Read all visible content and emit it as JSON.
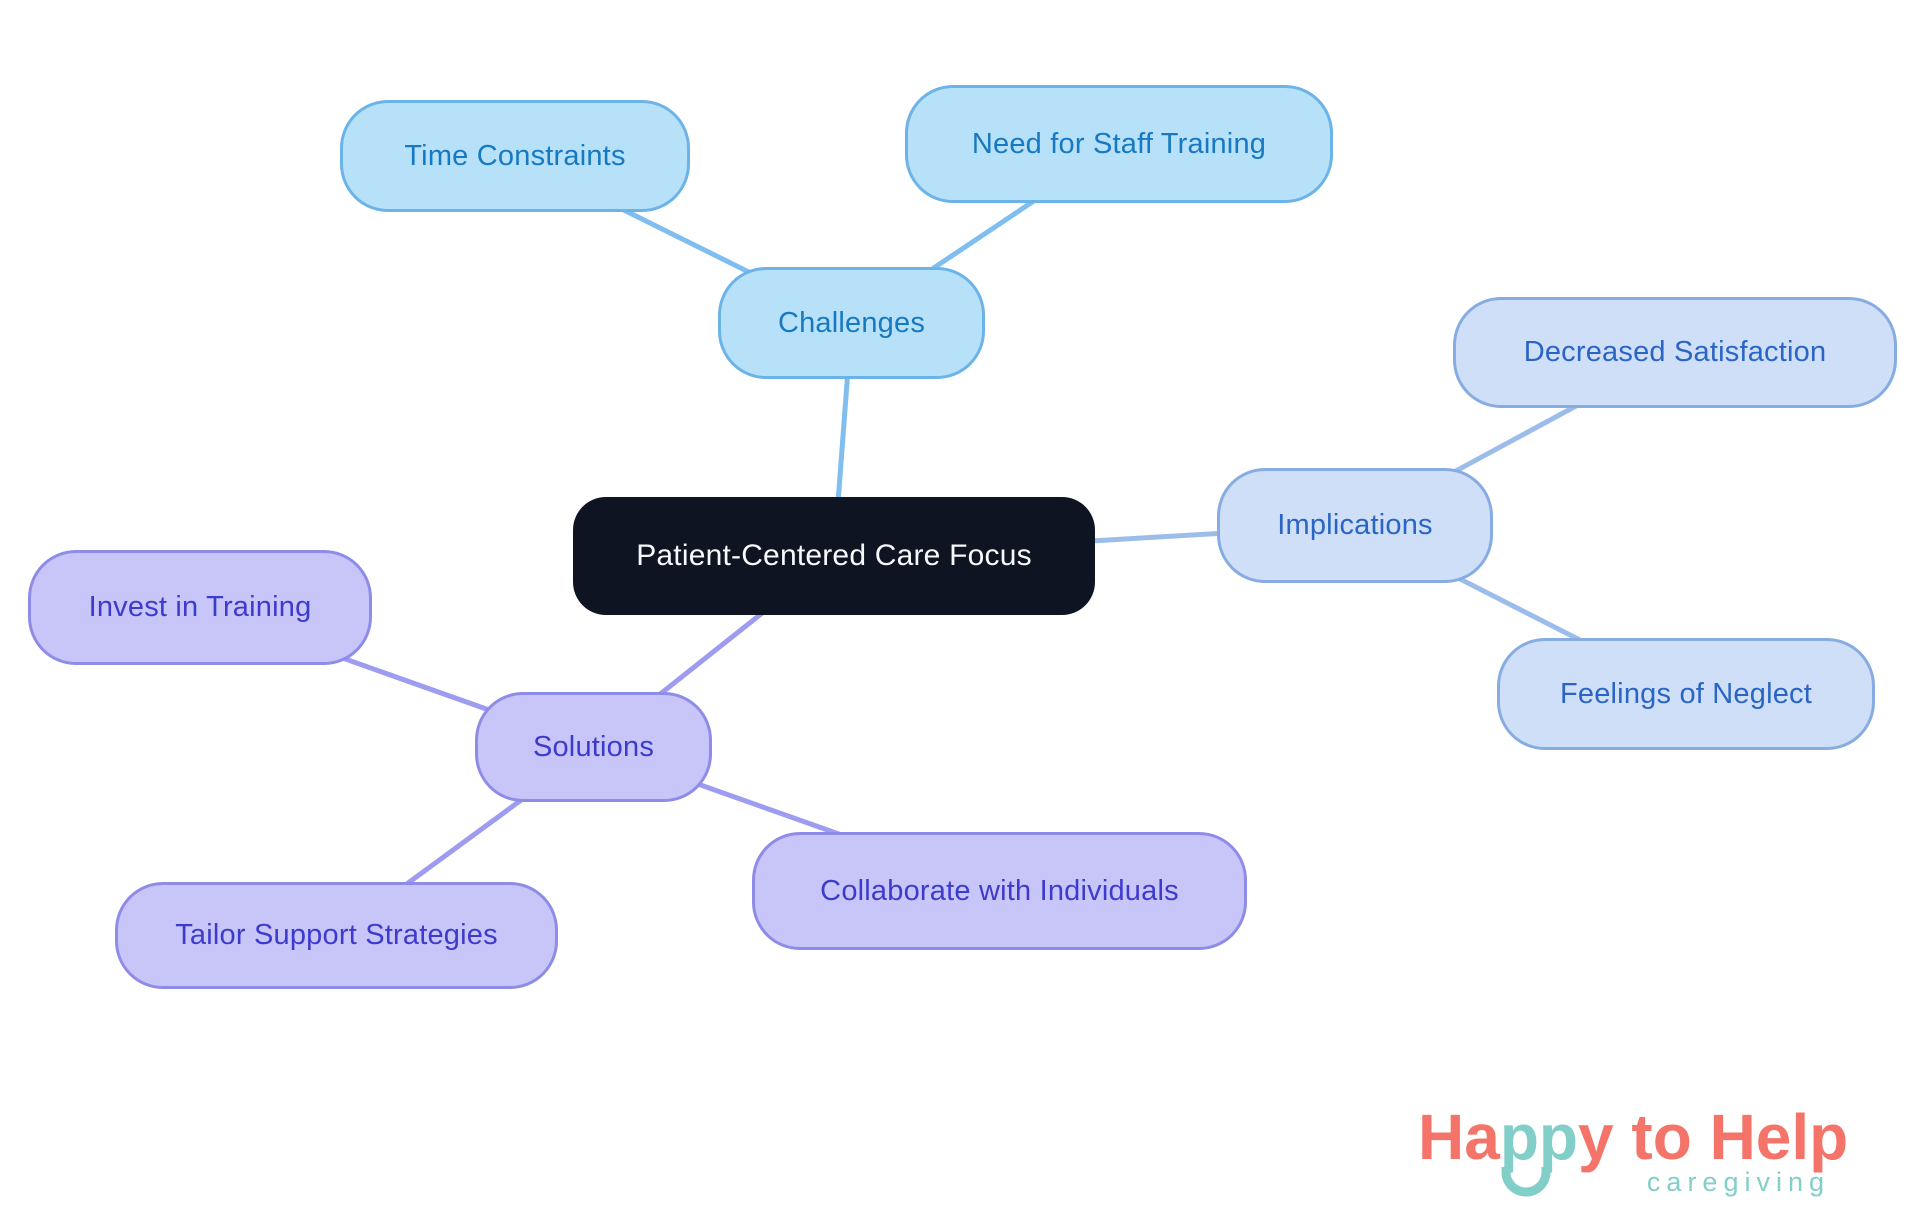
{
  "diagram": {
    "title_node": "Patient-Centered Care Focus",
    "nodes": {
      "central": {
        "label": "Patient-Centered Care Focus"
      },
      "challenges": {
        "label": "Challenges"
      },
      "time_constraints": {
        "label": "Time Constraints"
      },
      "need_staff_training": {
        "label": "Need for Staff Training"
      },
      "implications": {
        "label": "Implications"
      },
      "decreased_satisfaction": {
        "label": "Decreased Satisfaction"
      },
      "feelings_neglect": {
        "label": "Feelings of Neglect"
      },
      "solutions": {
        "label": "Solutions"
      },
      "invest_training": {
        "label": "Invest in Training"
      },
      "tailor_support": {
        "label": "Tailor Support Strategies"
      },
      "collaborate": {
        "label": "Collaborate with Individuals"
      }
    },
    "edges": [
      {
        "from": "central",
        "to": "challenges",
        "branch": "sky"
      },
      {
        "from": "challenges",
        "to": "time_constraints",
        "branch": "sky"
      },
      {
        "from": "challenges",
        "to": "need_staff_training",
        "branch": "sky"
      },
      {
        "from": "central",
        "to": "implications",
        "branch": "peri"
      },
      {
        "from": "implications",
        "to": "decreased_satisfaction",
        "branch": "peri"
      },
      {
        "from": "implications",
        "to": "feelings_neglect",
        "branch": "peri"
      },
      {
        "from": "central",
        "to": "solutions",
        "branch": "lav"
      },
      {
        "from": "solutions",
        "to": "invest_training",
        "branch": "lav"
      },
      {
        "from": "solutions",
        "to": "tailor_support",
        "branch": "lav"
      },
      {
        "from": "solutions",
        "to": "collaborate",
        "branch": "lav"
      }
    ]
  },
  "colors": {
    "background": "#ffffff",
    "central_fill": "#0e1421",
    "central_text": "#f7f8fa",
    "sky_fill": "#b6e1f9",
    "sky_border": "#6cb3e8",
    "sky_text": "#1779c1",
    "peri_fill": "#cedff7",
    "peri_border": "#87ace1",
    "peri_text": "#2a65c5",
    "lav_fill": "#c8c6f8",
    "lav_border": "#8e8ce9",
    "lav_text": "#3d3bcd",
    "lines": {
      "sky": "#7fbeef",
      "peri": "#9cbcea",
      "lav": "#9e9cf1"
    },
    "logo_coral": "#f4746a",
    "logo_teal": "#82cec9"
  },
  "logo": {
    "title_part1": "Ha",
    "title_part2": "pp",
    "title_part3": "y to Help",
    "subtitle": "caregiving"
  }
}
